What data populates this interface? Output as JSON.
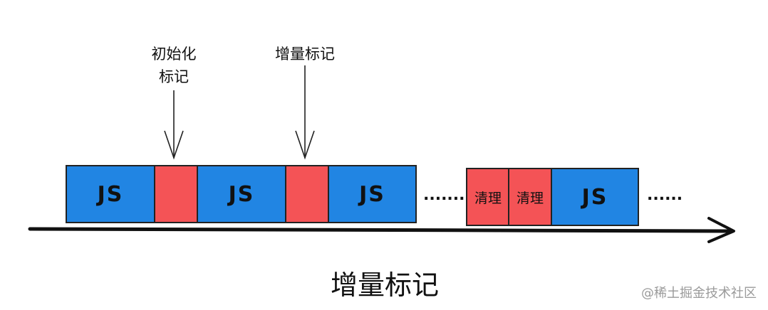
{
  "markers": {
    "init_label_line1": "初始化",
    "init_label_line2": "标记",
    "incremental_label": "增量标记"
  },
  "blocks": {
    "js_label": "JS",
    "clean_label": "清理"
  },
  "ellipsis_1": "........",
  "ellipsis_2": "......",
  "title": "增量标记",
  "watermark": "@稀土掘金技术社区",
  "colors": {
    "js_block": "#2185e3",
    "mark_block": "#f45356",
    "stroke": "#111111"
  }
}
